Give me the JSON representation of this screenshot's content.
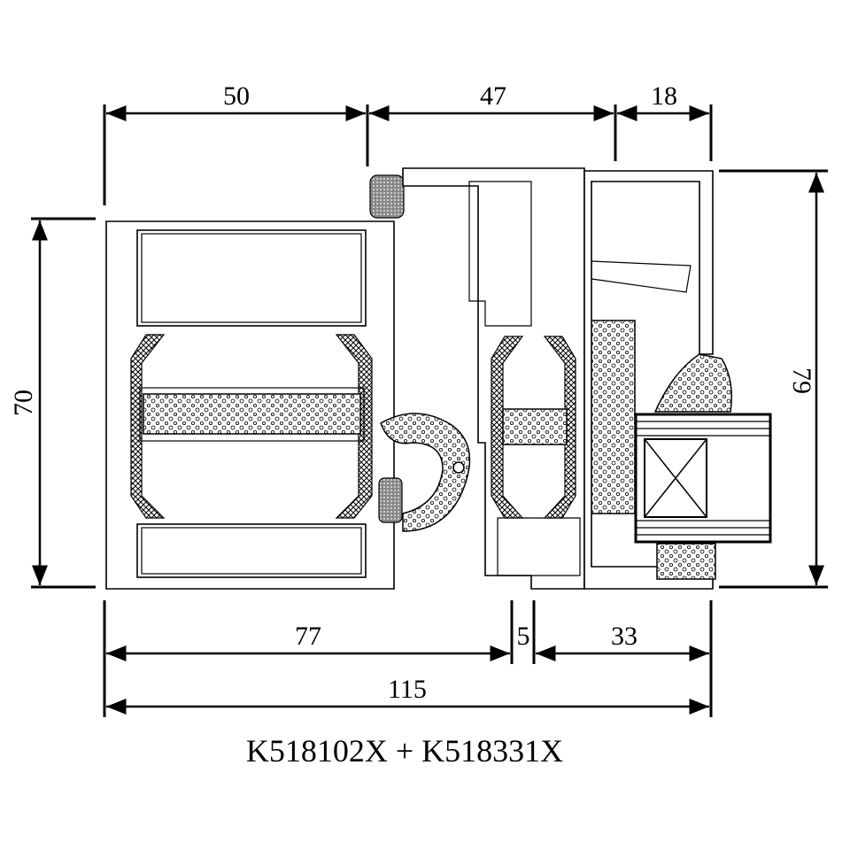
{
  "dimensions": {
    "top": [
      "50",
      "47",
      "18"
    ],
    "left_height": "70",
    "right_height": "79",
    "bottom": [
      "77",
      "5",
      "33"
    ],
    "overall_width": "115"
  },
  "caption": "K518102X + K518331X"
}
